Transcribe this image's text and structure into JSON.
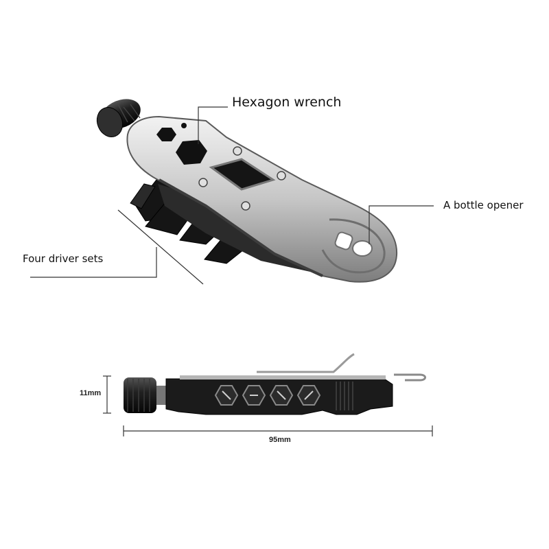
{
  "callouts": {
    "hexagon_wrench": "Hexagon wrench",
    "bottle_opener": "A bottle opener",
    "driver_sets": "Four driver sets"
  },
  "dimensions": {
    "height": "11mm",
    "length": "95mm"
  },
  "colors": {
    "steel": "#c9c9c9",
    "steel_dark": "#8a8a8a",
    "black": "#151515",
    "line": "#333333"
  }
}
